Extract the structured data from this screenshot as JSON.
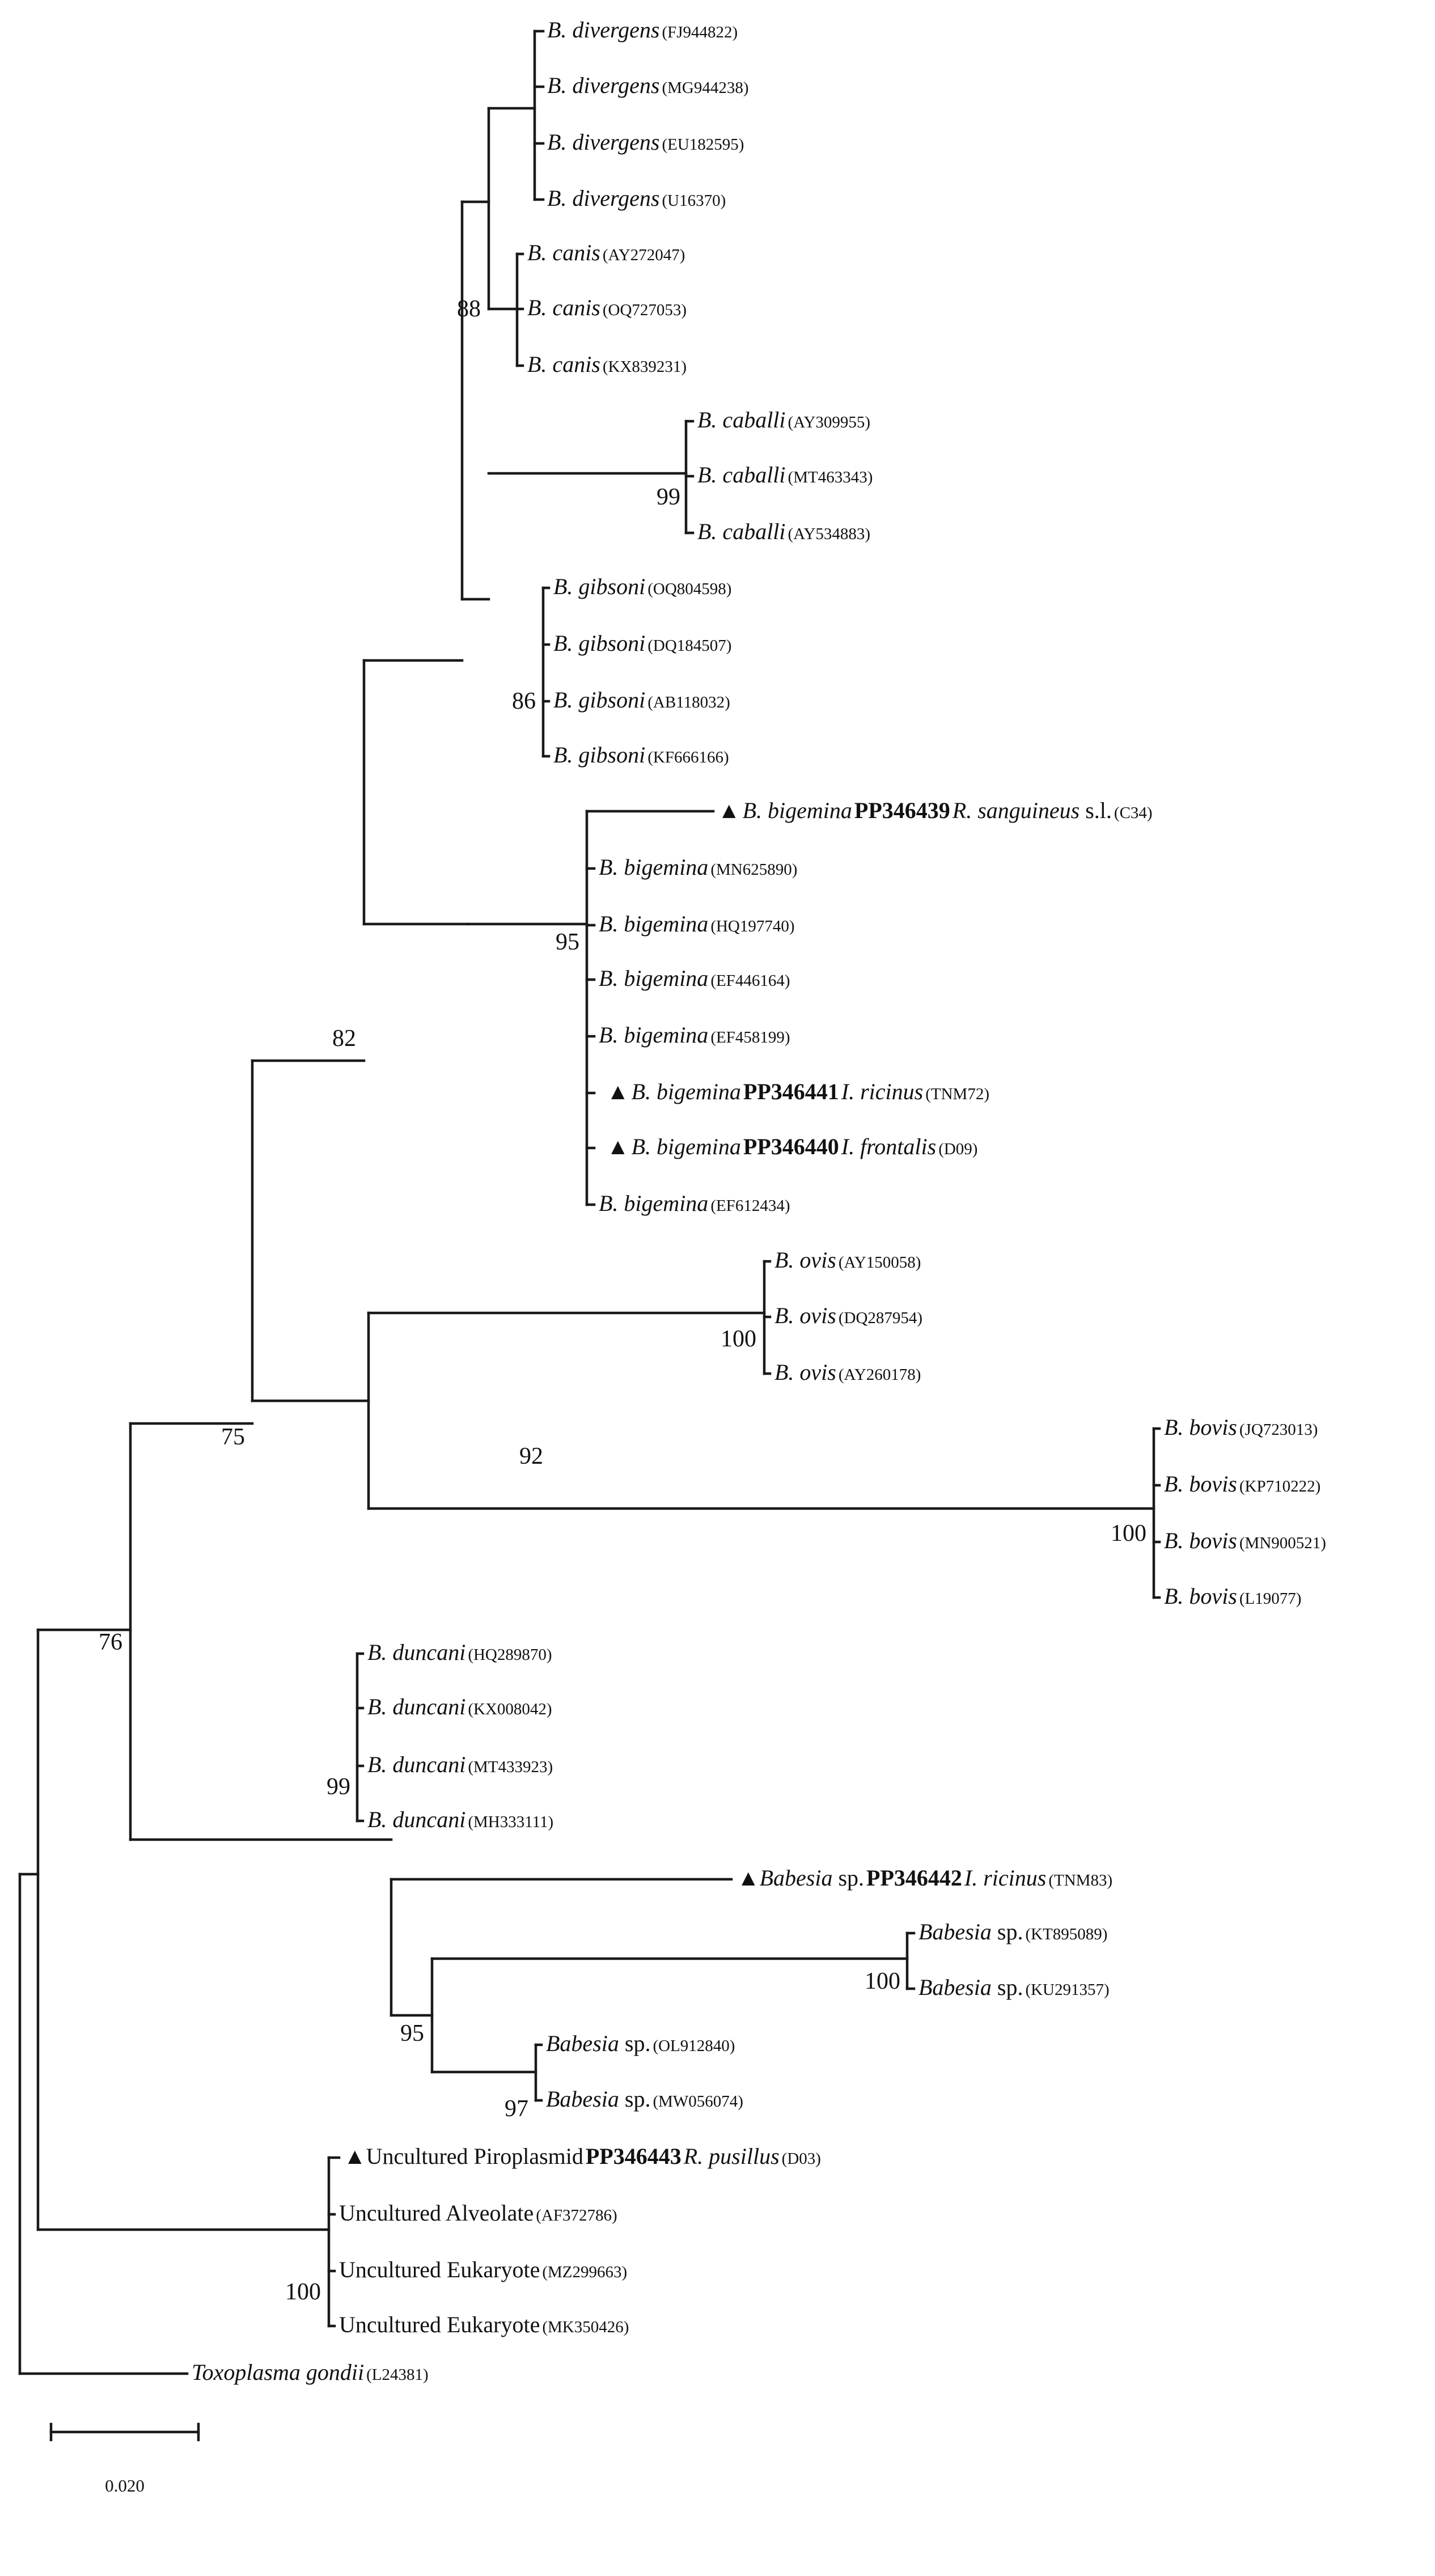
{
  "tree": {
    "leaves": {
      "div1": {
        "species": "B. divergens",
        "accession": "(FJ944822)"
      },
      "div2": {
        "species": "B. divergens",
        "accession": "(MG944238)"
      },
      "div3": {
        "species": "B. divergens",
        "accession": "(EU182595)"
      },
      "div4": {
        "species": "B. divergens",
        "accession": "(U16370)"
      },
      "can1": {
        "species": "B. canis",
        "accession": "(AY272047)"
      },
      "can2": {
        "species": "B. canis",
        "accession": "(OQ727053)"
      },
      "can3": {
        "species": "B. canis",
        "accession": "(KX839231)"
      },
      "cab1": {
        "species": "B. caballi",
        "accession": "(AY309955)"
      },
      "cab2": {
        "species": "B. caballi",
        "accession": "(MT463343)"
      },
      "cab3": {
        "species": "B. caballi",
        "accession": "(AY534883)"
      },
      "gib1": {
        "species": "B. gibsoni",
        "accession": "(OQ804598)"
      },
      "gib2": {
        "species": "B. gibsoni",
        "accession": "(DQ184507)"
      },
      "gib3": {
        "species": "B. gibsoni",
        "accession": "(AB118032)"
      },
      "gib4": {
        "species": "B. gibsoni",
        "accession": "(KF666166)"
      },
      "big0": {
        "marker": "▲",
        "species": "B. bigemina",
        "id": "PP346439",
        "host": "R. sanguineus",
        "host_suffix": " s.l.",
        "accession": "(C34)"
      },
      "big1": {
        "species": "B. bigemina",
        "accession": "(MN625890)"
      },
      "big2": {
        "species": "B. bigemina",
        "accession": "(HQ197740)"
      },
      "big3": {
        "species": "B. bigemina",
        "accession": "(EF446164)"
      },
      "big4": {
        "species": "B. bigemina",
        "accession": "(EF458199)"
      },
      "big5": {
        "marker": "▲",
        "species": "B. bigemina",
        "id": "PP346441",
        "host": "I. ricinus",
        "accession": "(TNM72)"
      },
      "big6": {
        "marker": "▲",
        "species": "B. bigemina",
        "id": "PP346440",
        "host": "I. frontalis",
        "accession": "(D09)"
      },
      "big7": {
        "species": "B. bigemina",
        "accession": "(EF612434)"
      },
      "ovi1": {
        "species": "B. ovis",
        "accession": "(AY150058)"
      },
      "ovi2": {
        "species": "B. ovis",
        "accession": "(DQ287954)"
      },
      "ovi3": {
        "species": "B. ovis",
        "accession": "(AY260178)"
      },
      "bov1": {
        "species": "B. bovis",
        "accession": "(JQ723013)"
      },
      "bov2": {
        "species": "B. bovis",
        "accession": "(KP710222)"
      },
      "bov3": {
        "species": "B. bovis",
        "accession": "(MN900521)"
      },
      "bov4": {
        "species": "B. bovis",
        "accession": "(L19077)"
      },
      "dun1": {
        "species": "B. duncani",
        "accession": "(HQ289870)"
      },
      "dun2": {
        "species": "B. duncani",
        "accession": "(KX008042)"
      },
      "dun3": {
        "species": "B. duncani",
        "accession": "(MT433923)"
      },
      "dun4": {
        "species": "B. duncani",
        "accession": "(MH333111)"
      },
      "bab0": {
        "marker": "▲",
        "species": "Babesia",
        "suffix": " sp.",
        "id": "PP346442",
        "host": "I. ricinus",
        "accession": "(TNM83)"
      },
      "bab1": {
        "species": "Babesia",
        "suffix": " sp.",
        "accession": "(KT895089)"
      },
      "bab2": {
        "species": "Babesia",
        "suffix": " sp.",
        "accession": "(KU291357)"
      },
      "bab3": {
        "species": "Babesia",
        "suffix": " sp.",
        "accession": "(OL912840)"
      },
      "bab4": {
        "species": "Babesia",
        "suffix": " sp.",
        "accession": "(MW056074)"
      },
      "unc0": {
        "marker": "▲",
        "name": "Uncultured Piroplasmid",
        "id": "PP346443",
        "host": "R. pusillus",
        "accession": "(D03)"
      },
      "unc1": {
        "name": "Uncultured Alveolate",
        "accession": "(AF372786)"
      },
      "unc2": {
        "name": "Uncultured Eukaryote",
        "accession": "(MZ299663)"
      },
      "unc3": {
        "name": "Uncultured Eukaryote",
        "accession": "(MK350426)"
      },
      "tox": {
        "species": "Toxoplasma gondii",
        "accession": "(L24381)"
      }
    },
    "bootstrap": {
      "n88": "88",
      "n99cab": "99",
      "n86": "86",
      "n95big": "95",
      "n82": "82",
      "n100ovi": "100",
      "n92": "92",
      "n100bov": "100",
      "n75": "75",
      "n99dun": "99",
      "n76": "76",
      "n95bab": "95",
      "n100bab": "100",
      "n97": "97",
      "n100unc": "100"
    },
    "scale_bar": {
      "value": "0.020"
    }
  }
}
